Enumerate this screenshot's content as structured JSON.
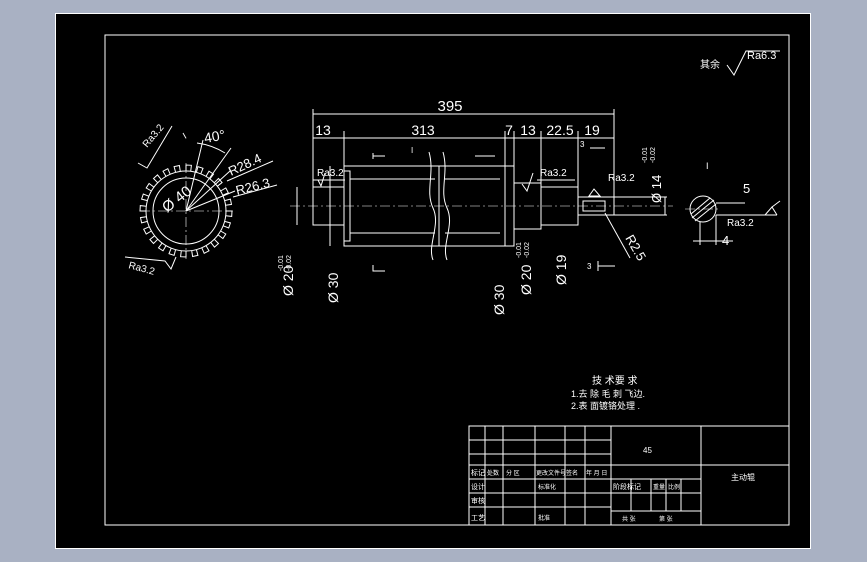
{
  "colors": {
    "background": "#a9b1c3",
    "canvas": "#000000",
    "ink": "#ffffff"
  },
  "surface_note": {
    "prefix": "其余",
    "label": "Ra6.3"
  },
  "dims": {
    "overall": "395",
    "left_shoulder": "13",
    "body_length": "313",
    "seg_7": "7",
    "seg_13": "13",
    "seg_225": "22.5",
    "seg_19": "19",
    "d_journal_left": "Ø 20",
    "tol_left_upper": "-0.01",
    "tol_left_lower": "-0.02",
    "d_body_left": "Ø 30",
    "d_body_right": "Ø 30",
    "d_journal_right": "Ø 20",
    "tol_right_upper": "-0.01",
    "tol_right_lower": "-0.02",
    "d_shoulder": "Ø 19",
    "d_end": "Ø 14",
    "tol_end_upper": "-0.01",
    "tol_end_lower": "-0.02",
    "r_end": "R2.5",
    "key_width": "5",
    "key_depth": "4"
  },
  "roughness": {
    "left": "Ra3.2",
    "middle": "Ra3.2",
    "right": "Ra3.2",
    "section": "Ra3.2",
    "gear_top": "Ra3.2",
    "gear_bottom": "Ra3.2"
  },
  "gear_view": {
    "angle": "40°",
    "r_outer": "R28.4",
    "r_root": "R26.3",
    "bore": "Ø 40",
    "section_mark": "I"
  },
  "section_marks": {
    "a": "I",
    "b": "3",
    "c": "3"
  },
  "tech_notes": {
    "title": "技 术要 求",
    "line1": "1.去 除 毛 刺 飞边.",
    "line2": "2.表 面镀铬处理 ."
  },
  "title_block": {
    "material": "45",
    "part_name": "主动辊",
    "row_labels": [
      "标记",
      "设计",
      "审核",
      "工艺"
    ],
    "cells": {
      "c1": "处数",
      "c2": "分 区",
      "c3": "更改文件号",
      "c4": "签名",
      "c5": "年 月 日",
      "c6": "标准化",
      "c7": "批准",
      "c8": "阶段标记",
      "c9": "重量",
      "c10": "比例",
      "c11": "共 张",
      "c12": "第 张"
    }
  }
}
